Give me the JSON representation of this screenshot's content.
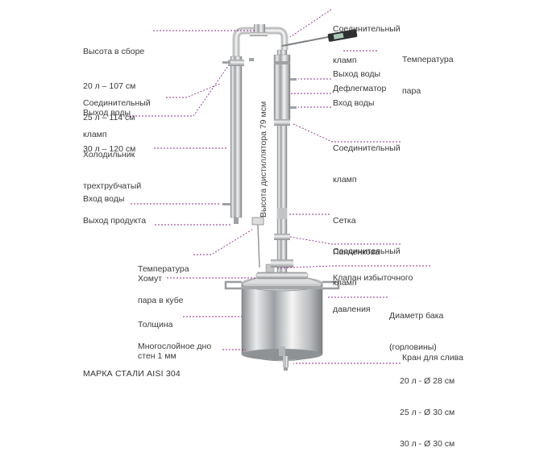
{
  "diagram": {
    "accent_color": "#8e2b8e",
    "steel_grade": "МАРКА СТАЛИ AISI 304",
    "vertical_label": "Высота дистиллятора 79 мсм",
    "left_labels": {
      "height_title": "Высота в сборе",
      "height_20": "20 л – 107 см",
      "height_25": "25 л – 114 см",
      "height_30": "30 л – 120 см",
      "clamp_1": "Соединительный",
      "clamp_2": "кламп",
      "water_out": "Выход воды",
      "cooler_1": "Холодильник",
      "cooler_2": "трехтрубчатый",
      "water_in": "Вход воды",
      "product_out": "Выход продукта",
      "cube_temp_1": "Температура",
      "cube_temp_2": "пара в кубе",
      "khomut": "Хомут",
      "wall_1": "Толщина",
      "wall_2": "стен 1 мм",
      "bottom": "Многослойное дно"
    },
    "right_labels": {
      "top_clamp_1": "Соединительный",
      "top_clamp_2": "кламп",
      "vapor_temp_1": "Температура",
      "vapor_temp_2": "пара",
      "water_out": "Выход воды",
      "dephleg": "Дефлегматор",
      "water_in": "Вход воды",
      "mid_clamp_1": "Соединительный",
      "mid_clamp_2": "кламп",
      "mesh_1": "Сетка",
      "mesh_2": "Панченкова",
      "low_clamp_1": "Соединительный",
      "low_clamp_2": "кламп",
      "valve_1": "Клапан избыточного",
      "valve_2": "давления",
      "tank_1": "Диаметр бака",
      "tank_2": "(горловины)",
      "tank_20": "20 л - Ø 28 см",
      "tank_25": "25 л - Ø 30 см",
      "tank_30": "30 л - Ø 30 см",
      "drain": "Кран для слива"
    }
  }
}
